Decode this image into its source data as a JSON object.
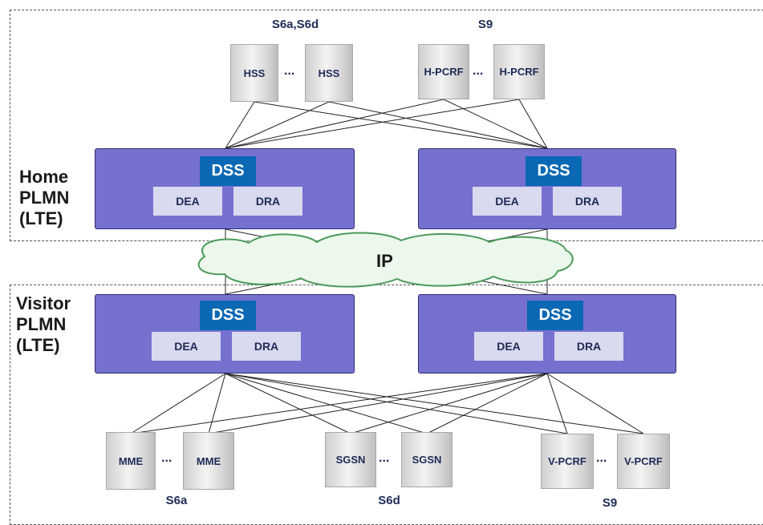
{
  "home_region": {
    "label_lines": [
      "Home",
      "PLMN",
      "(LTE)"
    ],
    "interface_left": "S6a,S6d",
    "interface_right": "S9",
    "servers": [
      "HSS",
      "HSS",
      "H-PCRF",
      "H-PCRF"
    ],
    "dss_left": {
      "title": "DSS",
      "agents": [
        "DEA",
        "DRA"
      ]
    },
    "dss_right": {
      "title": "DSS",
      "agents": [
        "DEA",
        "DRA"
      ]
    }
  },
  "ip_cloud": {
    "label": "IP"
  },
  "visitor_region": {
    "label_lines": [
      "Visitor",
      "PLMN",
      "(LTE)"
    ],
    "dss_left": {
      "title": "DSS",
      "agents": [
        "DEA",
        "DRA"
      ]
    },
    "dss_right": {
      "title": "DSS",
      "agents": [
        "DEA",
        "DRA"
      ]
    },
    "servers": [
      "MME",
      "MME",
      "SGSN",
      "SGSN",
      "V-PCRF",
      "V-PCRF"
    ],
    "interface_labels": [
      "S6a",
      "S6d",
      "S9"
    ]
  },
  "ellipsis": "...",
  "colors": {
    "dss_fill": "#7670cf",
    "dss_title": "#0a68b4",
    "agent_fill": "#d9d9ef"
  }
}
